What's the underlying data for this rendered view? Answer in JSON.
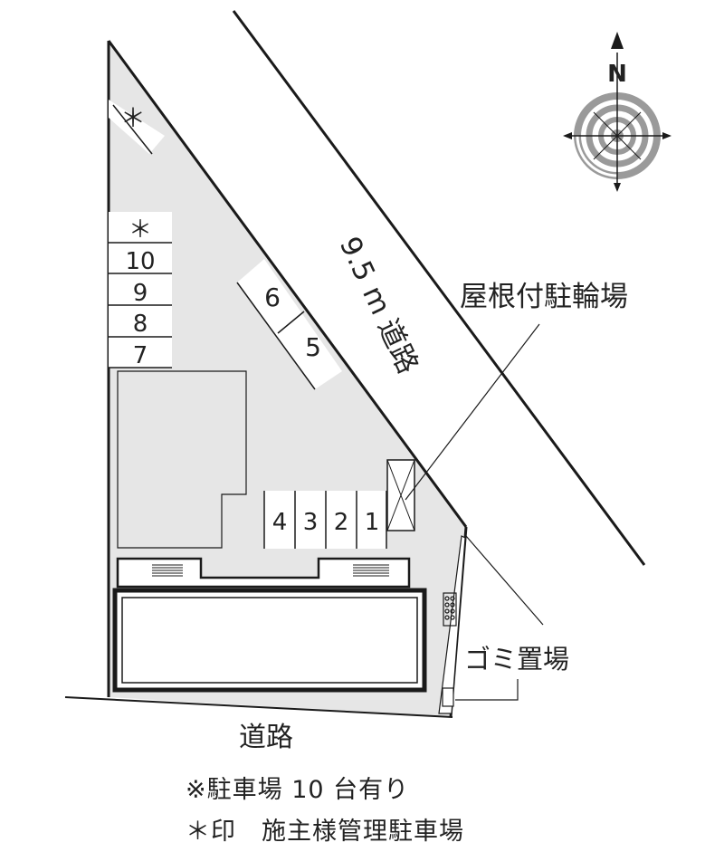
{
  "road_main": {
    "width": "9.5",
    "unit": "m",
    "kind": "道路"
  },
  "road_bottom": "道路",
  "bike_parking": "屋根付駐輪場",
  "garbage": "ゴミ置場",
  "compass_north": "N",
  "spaces_left": [
    "＊",
    "10",
    "9",
    "8",
    "7"
  ],
  "spaces_diagonal": [
    "6",
    "5"
  ],
  "spaces_bottom": [
    "4",
    "3",
    "2",
    "1"
  ],
  "space_top": "＊",
  "notes": {
    "line1": "※駐車場 10 台有り",
    "line2": "＊印　施主様管理駐車場"
  },
  "colors": {
    "lot": "#e6e6e6",
    "line": "#1a1a1a",
    "space": "#ffffff",
    "compass_ring": "#9a9a9a"
  }
}
